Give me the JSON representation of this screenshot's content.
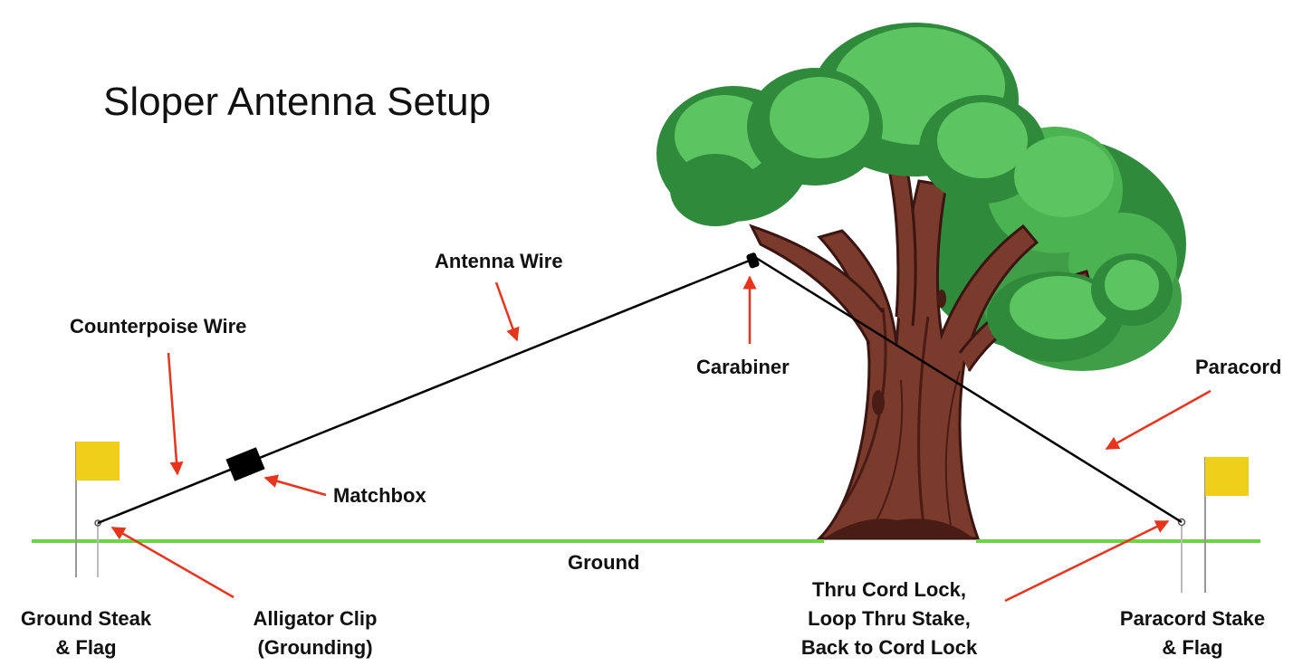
{
  "title": "Sloper Antenna Setup",
  "labels": {
    "antenna_wire": "Antenna Wire",
    "counterpoise_wire": "Counterpoise Wire",
    "carabiner": "Carabiner",
    "paracord": "Paracord",
    "matchbox": "Matchbox",
    "ground": "Ground",
    "ground_stake_line1": "Ground Steak",
    "ground_stake_line2": "& Flag",
    "alligator_line1": "Alligator Clip",
    "alligator_line2": "(Grounding)",
    "cordlock_line1": "Thru Cord Lock,",
    "cordlock_line2": "Loop Thru Stake,",
    "cordlock_line3": "Back to Cord Lock",
    "paracord_stake_line1": "Paracord Stake",
    "paracord_stake_line2": "& Flag"
  },
  "colors": {
    "ground_line": "#6fd24a",
    "arrow": "#e8341c",
    "flag": "#f0cf1a",
    "trunk": "#7a3a2c",
    "trunk_dark": "#4a1c16",
    "foliage_dark": "#2f8a3c",
    "foliage_light": "#5cc460",
    "wire": "#000000"
  }
}
